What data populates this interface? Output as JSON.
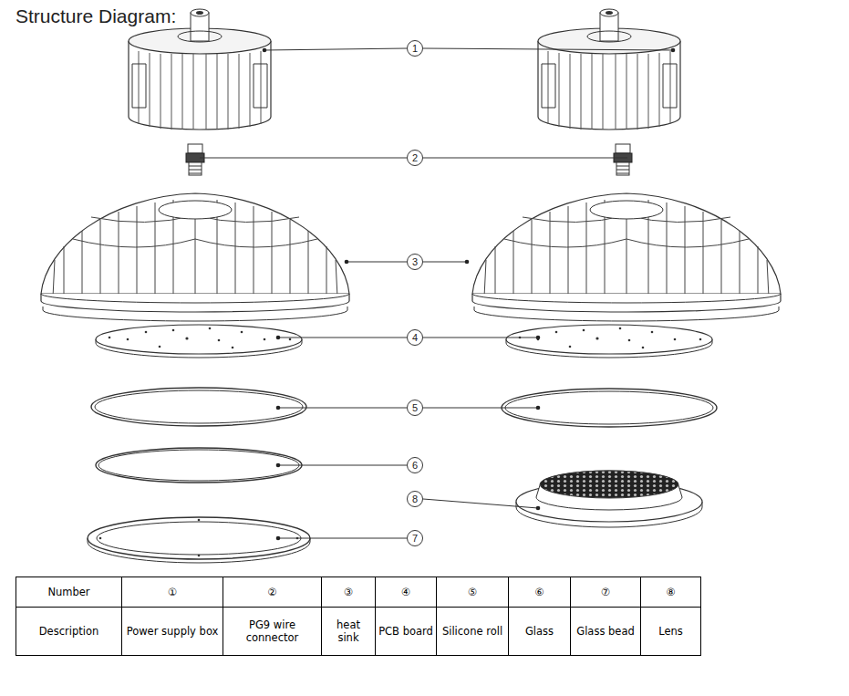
{
  "diagram": {
    "title": "Structure Diagram:",
    "nodes": [
      {
        "text": [
          "1"
        ]
      },
      {
        "text": [
          "2"
        ]
      },
      {
        "text": [
          "3"
        ]
      },
      {
        "text": [
          "4"
        ]
      },
      {
        "text": [
          "5"
        ]
      },
      {
        "text": [
          "6"
        ]
      },
      {
        "text": [
          "7"
        ]
      },
      {
        "text": [
          "8"
        ]
      }
    ],
    "labels": [
      "Number",
      "①",
      "②",
      "③",
      "④",
      "⑤",
      "⑥",
      "⑦",
      "⑧",
      "Description",
      "Power supply box",
      "PG9 wire connector",
      "heat sink",
      "PCB board",
      "Silicone roll",
      "Glass",
      "Glass bead",
      "Lens"
    ]
  }
}
